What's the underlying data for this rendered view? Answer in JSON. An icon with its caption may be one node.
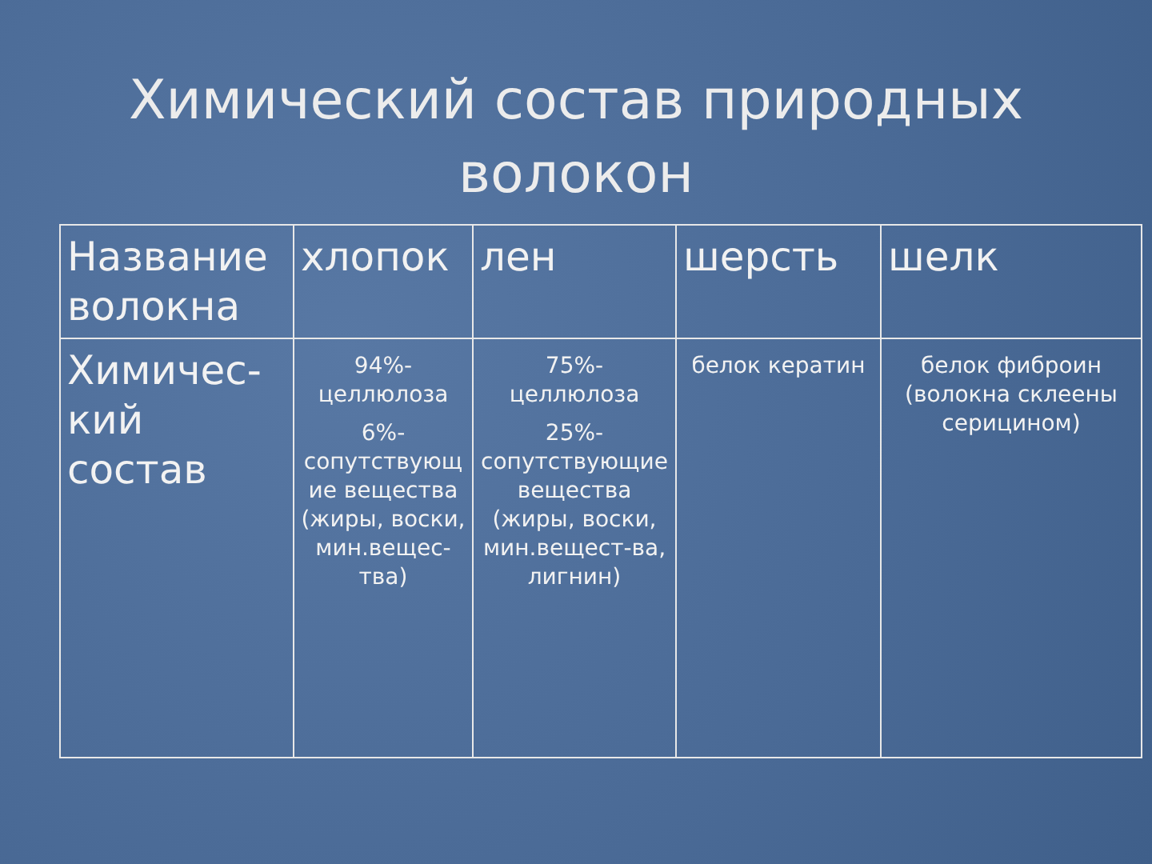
{
  "diagram": {
    "title": "Химический состав природных волокон",
    "labels": [
      "Название волокна",
      "хлопок",
      "лен",
      "шерсть",
      "шелк",
      "Химичес-кий состав",
      "94%- целлюлоза",
      "6%- сопутствующие вещества (жиры, воски, мин.вещес-тва)",
      "75%- целлюлоза",
      "25%- сопутствующие вещества (жиры, воски, мин.вещест-ва, лигнин)",
      "белок кератин",
      "белок фиброин (волокна склеены серицином)"
    ]
  }
}
